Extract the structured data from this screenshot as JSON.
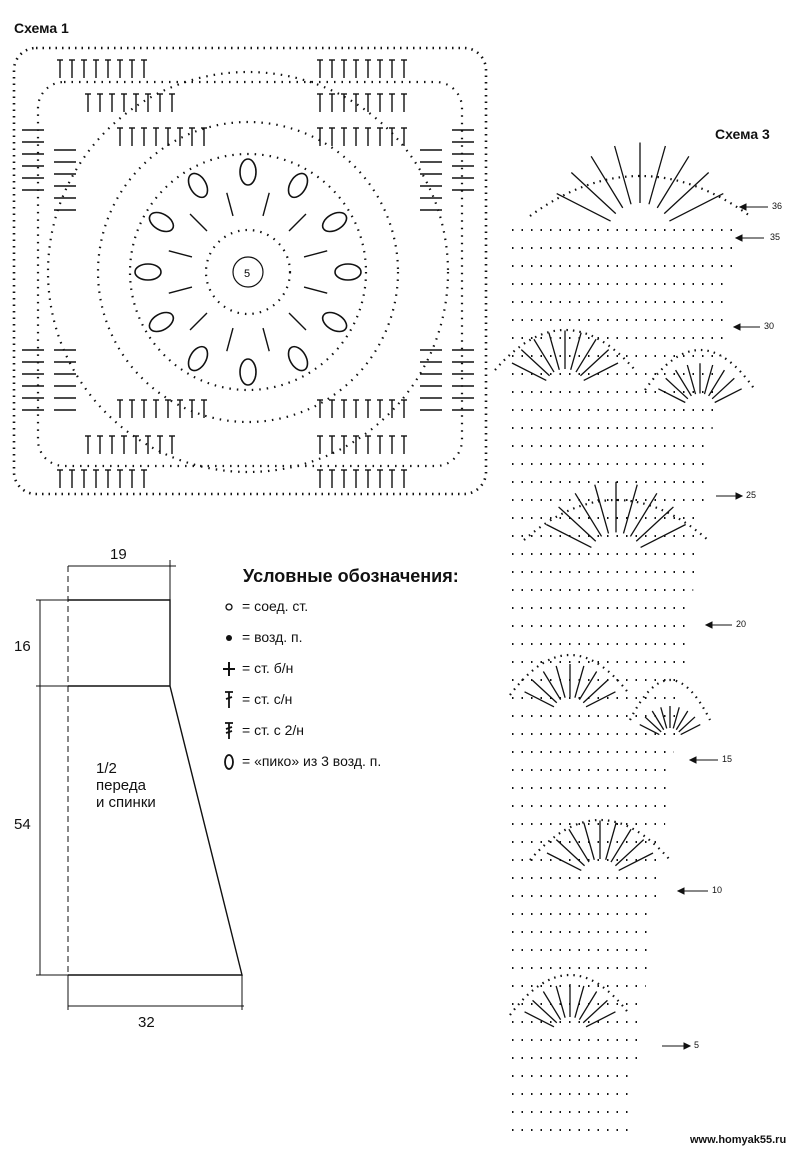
{
  "scheme1": {
    "title": "Схема 1",
    "center_label": "5"
  },
  "scheme3": {
    "title": "Схема 3",
    "row_markers": [
      "36",
      "35",
      "30",
      "25",
      "20",
      "15",
      "10",
      "5"
    ]
  },
  "legend": {
    "title": "Условные обозначения:",
    "items": [
      {
        "icon": "slip-stitch-icon",
        "text": "= соед. ст."
      },
      {
        "icon": "chain-stitch-icon",
        "text": "= возд. п."
      },
      {
        "icon": "single-crochet-icon",
        "text": "= ст. б/н"
      },
      {
        "icon": "double-crochet-icon",
        "text": "= ст. с/н"
      },
      {
        "icon": "treble-crochet-icon",
        "text": "= ст. с 2/н"
      },
      {
        "icon": "picot-icon",
        "text": "= «пико» из 3 возд. п."
      }
    ]
  },
  "pattern": {
    "dim_top": "19",
    "dim_bottom": "32",
    "dim_upper": "16",
    "dim_lower": "54",
    "label": [
      "1/2",
      "переда",
      "и спинки"
    ]
  },
  "watermark": "www.homyak55.ru"
}
